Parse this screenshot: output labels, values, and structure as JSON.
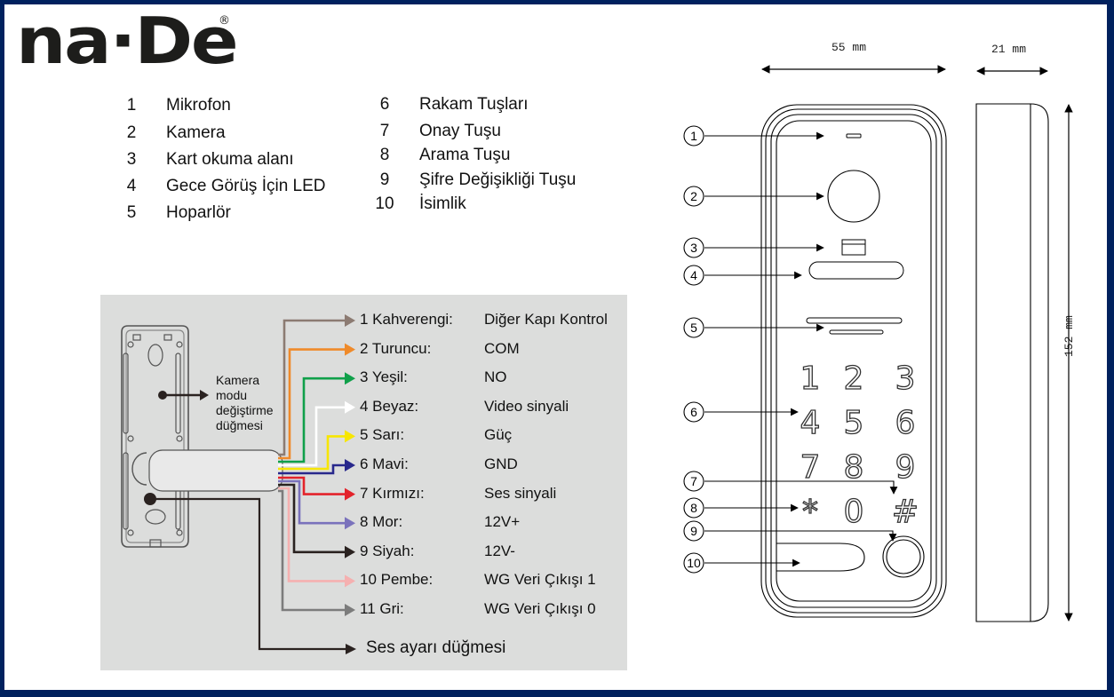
{
  "brand": {
    "logo_text": "na·De",
    "registered_mark": "®"
  },
  "colors": {
    "frame": "#00215e",
    "panel_bg": "#dcdddc",
    "text": "#111111"
  },
  "legend": {
    "left": [
      {
        "num": "1",
        "label": "Mikrofon"
      },
      {
        "num": "2",
        "label": "Kamera"
      },
      {
        "num": "3",
        "label": "Kart okuma alanı"
      },
      {
        "num": "4",
        "label": "Gece Görüş İçin LED"
      },
      {
        "num": "5",
        "label": "Hoparlör"
      }
    ],
    "right": [
      {
        "num": "6",
        "label": "Rakam Tuşları"
      },
      {
        "num": "7",
        "label": "Onay Tuşu"
      },
      {
        "num": "8",
        "label": "Arama Tuşu"
      },
      {
        "num": "9",
        "label": "Şifre Değişikliği Tuşu"
      },
      {
        "num": "10",
        "label": "İsimlik"
      }
    ]
  },
  "wiring": {
    "camera_mode_button": "Kamera modu değiştirme düğmesi",
    "camera_mode_lines": [
      "Kamera",
      "modu",
      "değiştirme",
      "düğmesi"
    ],
    "volume_button": "Ses ayarı düğmesi",
    "wires": [
      {
        "name": "1 Kahverengi:",
        "function": "Diğer Kapı Kontrol",
        "color": "#8c7b72"
      },
      {
        "name": "2 Turuncu:",
        "function": "COM",
        "color": "#ef8a2a"
      },
      {
        "name": "3 Yeşil:",
        "function": "NO",
        "color": "#10a04a"
      },
      {
        "name": "4 Beyaz:",
        "function": "Video sinyali",
        "color": "#ffffff"
      },
      {
        "name": "5 Sarı:",
        "function": "Güç",
        "color": "#f7e600"
      },
      {
        "name": "6 Mavi:",
        "function": "GND",
        "color": "#28288c"
      },
      {
        "name": "7 Kırmızı:",
        "function": "Ses sinyali",
        "color": "#e3232b"
      },
      {
        "name": "8 Mor:",
        "function": "12V+",
        "color": "#7a72bc"
      },
      {
        "name": "9 Siyah:",
        "function": "12V-",
        "color": "#2a2220"
      },
      {
        "name": "10 Pembe:",
        "function": "WG Veri Çıkışı 1",
        "color": "#f5b0b0"
      },
      {
        "name": "11 Gri:",
        "function": "WG Veri Çıkışı 0",
        "color": "#7c7c7c"
      }
    ]
  },
  "dimensions": {
    "width": "55 mm",
    "depth": "21 mm",
    "height": "152 mm"
  },
  "device": {
    "callouts": [
      "1",
      "2",
      "3",
      "4",
      "5",
      "6",
      "7",
      "8",
      "9",
      "10"
    ],
    "keypad": [
      "1",
      "2",
      "3",
      "4",
      "5",
      "6",
      "7",
      "8",
      "9",
      "*",
      "0",
      "#"
    ]
  }
}
